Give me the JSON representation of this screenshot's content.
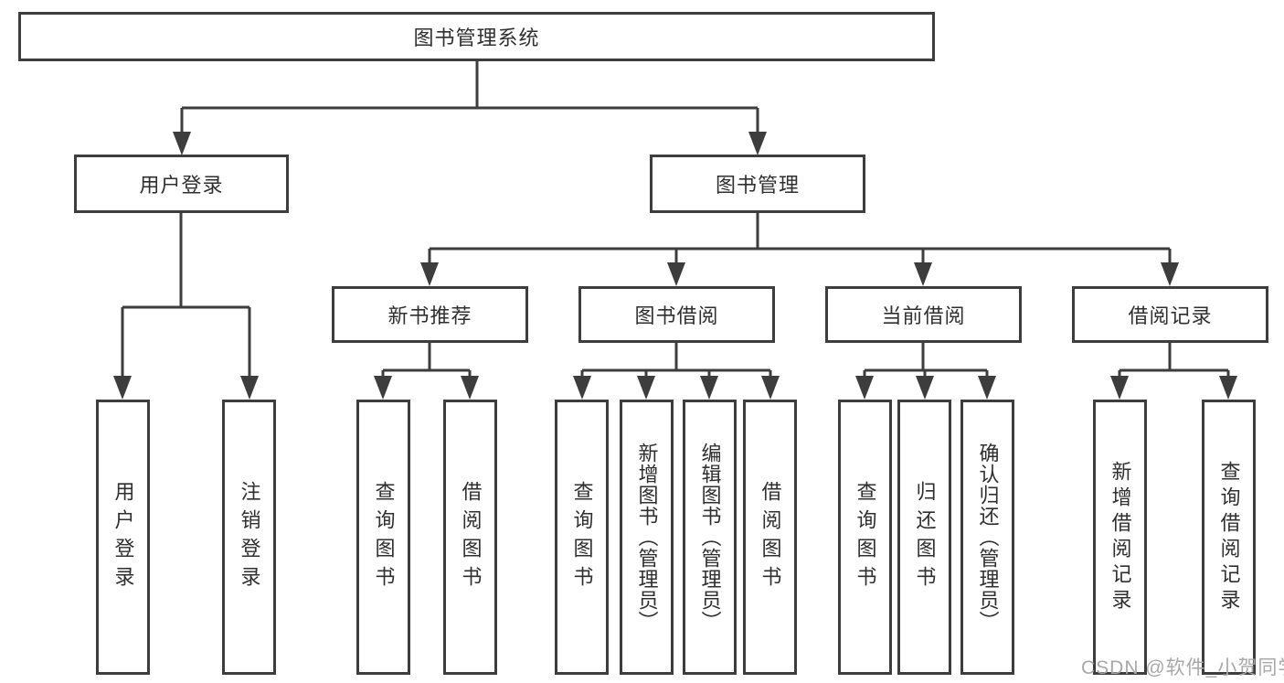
{
  "diagram_title": "图书管理系统",
  "colors": {
    "line": "#3d3d3d",
    "text": "#2f2f2f",
    "watermark": "#a8a8a8"
  },
  "nodes": {
    "root": {
      "label": "图书管理系统",
      "children": [
        {
          "label": "用户登录",
          "children": [
            {
              "label": "用户登录"
            },
            {
              "label": "注销登录"
            }
          ]
        },
        {
          "label": "图书管理",
          "children": [
            {
              "label": "新书推荐",
              "children": [
                {
                  "label": "查询图书"
                },
                {
                  "label": "借阅图书"
                }
              ]
            },
            {
              "label": "图书借阅",
              "children": [
                {
                  "label": "查询图书"
                },
                {
                  "label": "新增图书（管理员）"
                },
                {
                  "label": "编辑图书（管理员）"
                },
                {
                  "label": "借阅图书"
                }
              ]
            },
            {
              "label": "当前借阅",
              "children": [
                {
                  "label": "查询图书"
                },
                {
                  "label": "归还图书"
                },
                {
                  "label": "确认归还（管理员）"
                }
              ]
            },
            {
              "label": "借阅记录",
              "children": [
                {
                  "label": "新增借阅记录"
                },
                {
                  "label": "查询借阅记录"
                }
              ]
            }
          ]
        }
      ]
    }
  },
  "watermark": {
    "text": "CSDN @软件_小贺同学"
  }
}
